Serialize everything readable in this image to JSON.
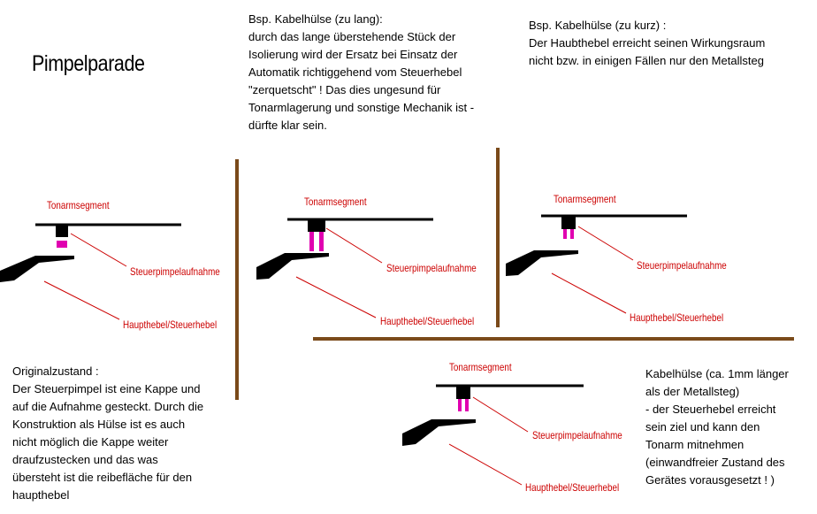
{
  "title": "Pimpelparade",
  "notes": {
    "long": [
      "Bsp. Kabelhülse (zu lang):",
      "durch das lange überstehende Stück der",
      "Isolierung wird der Ersatz bei Einsatz der",
      "Automatik richtiggehend vom Steuerhebel",
      "\"zerquetscht\" ! Das dies ungesund für",
      "Tonarmlagerung und sonstige Mechanik ist -",
      "dürfte klar sein."
    ],
    "short": [
      "Bsp. Kabelhülse (zu kurz) :",
      "Der Haubthebel erreicht seinen Wirkungsraum",
      "nicht bzw. in einigen Fällen nur den Metallsteg"
    ],
    "original": [
      "Originalzustand :",
      "Der Steuerpimpel ist eine Kappe und",
      "auf die Aufnahme gesteckt. Durch die",
      "Konstruktion als Hülse ist es auch",
      "nicht möglich die Kappe weiter",
      "draufzustecken und das was",
      "übersteht ist die reibefläche für den",
      "haupthebel"
    ],
    "correct": [
      "Kabelhülse (ca. 1mm länger",
      "als der Metallsteg)",
      "- der Steuerhebel erreicht",
      "sein ziel und kann den",
      "Tonarm mitnehmen",
      "(einwandfreier Zustand des",
      "Gerätes vorausgesetzt ! )"
    ]
  },
  "labels": {
    "tonearm": "Tonarmsegment",
    "cap_mount": "Steuerpimpelaufnahme",
    "lever": "Haupthebel/Steuerhebel"
  },
  "colors": {
    "divider": "#7a4a1a",
    "leader": "#cc0000",
    "pimple": "#e000b0"
  }
}
